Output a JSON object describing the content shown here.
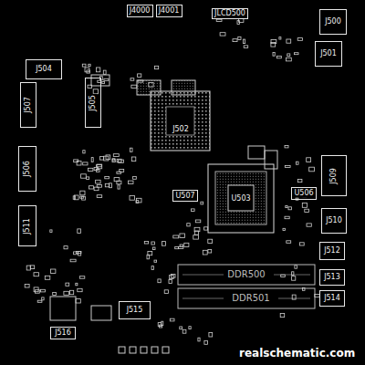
{
  "diagram": {
    "nodes": [
      {
        "text": [
          "J4000"
        ]
      },
      {
        "text": [
          "J4001"
        ]
      },
      {
        "text": [
          "JLCD500"
        ]
      },
      {
        "text": [
          "J500"
        ]
      },
      {
        "text": [
          "J501"
        ]
      },
      {
        "text": [
          "J504"
        ]
      },
      {
        "text": [
          "J507"
        ]
      },
      {
        "text": [
          "J505"
        ]
      },
      {
        "text": [
          "J502"
        ]
      },
      {
        "text": [
          "U503"
        ]
      },
      {
        "text": [
          "U507"
        ]
      },
      {
        "text": [
          "U506"
        ]
      },
      {
        "text": [
          "J509"
        ]
      },
      {
        "text": [
          "J506"
        ]
      },
      {
        "text": [
          "J510"
        ]
      },
      {
        "text": [
          "J511"
        ]
      },
      {
        "text": [
          "J512"
        ]
      },
      {
        "text": [
          "J513"
        ]
      },
      {
        "text": [
          "J514"
        ]
      },
      {
        "text": [
          "DDR500"
        ]
      },
      {
        "text": [
          "DDR501"
        ]
      },
      {
        "text": [
          "J515"
        ]
      },
      {
        "text": [
          "J516"
        ]
      }
    ],
    "edges": [],
    "labels": [
      "realschematic.com"
    ]
  }
}
